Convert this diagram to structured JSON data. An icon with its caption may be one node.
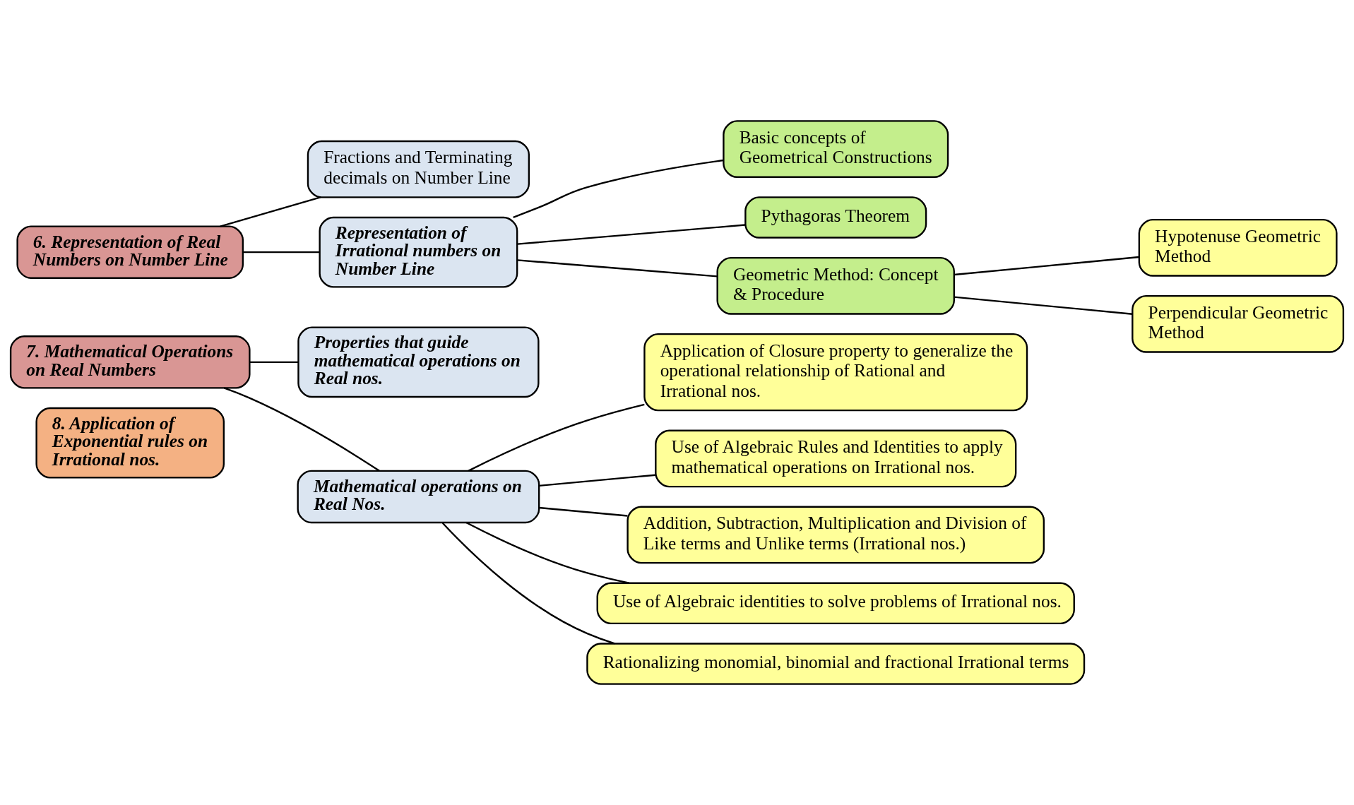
{
  "diagram": {
    "nodes": [
      {
        "text": [
          "6. Representation of Real Numbers on Number Line"
        ]
      },
      {
        "text": [
          "Fractions and Terminating decimals on Number Line"
        ]
      },
      {
        "text": [
          "Representation of Irrational numbers on Number Line"
        ]
      },
      {
        "text": [
          "Basic concepts of Geometrical Constructions"
        ]
      },
      {
        "text": [
          "Pythagoras Theorem"
        ]
      },
      {
        "text": [
          "Geometric Method: Concept & Procedure"
        ]
      },
      {
        "text": [
          "Hypotenuse Geometric Method"
        ]
      },
      {
        "text": [
          "Perpendicular Geometric Method"
        ]
      },
      {
        "text": [
          "7. Mathematical Operations on Real Numbers"
        ]
      },
      {
        "text": [
          "Properties that guide mathematical operations on Real nos."
        ]
      },
      {
        "text": [
          "Mathematical operations on Real Nos."
        ]
      },
      {
        "text": [
          "Application of Closure property to generalize the operational relationship of Rational and Irrational nos."
        ]
      },
      {
        "text": [
          "Use of Algebraic Rules and Identities to apply mathematical operations on Irrational nos."
        ]
      },
      {
        "text": [
          "Addition, Subtraction, Multiplication and Division of Like terms and Unlike terms (Irrational nos.)"
        ]
      },
      {
        "text": [
          "Use of Algebraic identities to solve problems of Irrational nos."
        ]
      },
      {
        "text": [
          "Rationalizing monomial, binomial and fractional Irrational terms"
        ]
      },
      {
        "text": [
          "8. Application of Exponential rules on Irrational nos."
        ]
      }
    ],
    "edges": [
      {
        "from": 0,
        "to": 1,
        "arrow": "none"
      },
      {
        "from": 0,
        "to": 2,
        "arrow": "none"
      },
      {
        "from": 2,
        "to": 3,
        "arrow": "none"
      },
      {
        "from": 2,
        "to": 4,
        "arrow": "none"
      },
      {
        "from": 2,
        "to": 5,
        "arrow": "none"
      },
      {
        "from": 5,
        "to": 6,
        "arrow": "none"
      },
      {
        "from": 5,
        "to": 7,
        "arrow": "none"
      },
      {
        "from": 8,
        "to": 9,
        "arrow": "none"
      },
      {
        "from": 8,
        "to": 10,
        "arrow": "none"
      },
      {
        "from": 10,
        "to": 11,
        "arrow": "none"
      },
      {
        "from": 10,
        "to": 12,
        "arrow": "none"
      },
      {
        "from": 10,
        "to": 13,
        "arrow": "none"
      },
      {
        "from": 10,
        "to": 14,
        "arrow": "none"
      },
      {
        "from": 10,
        "to": 15,
        "arrow": "none"
      }
    ]
  }
}
